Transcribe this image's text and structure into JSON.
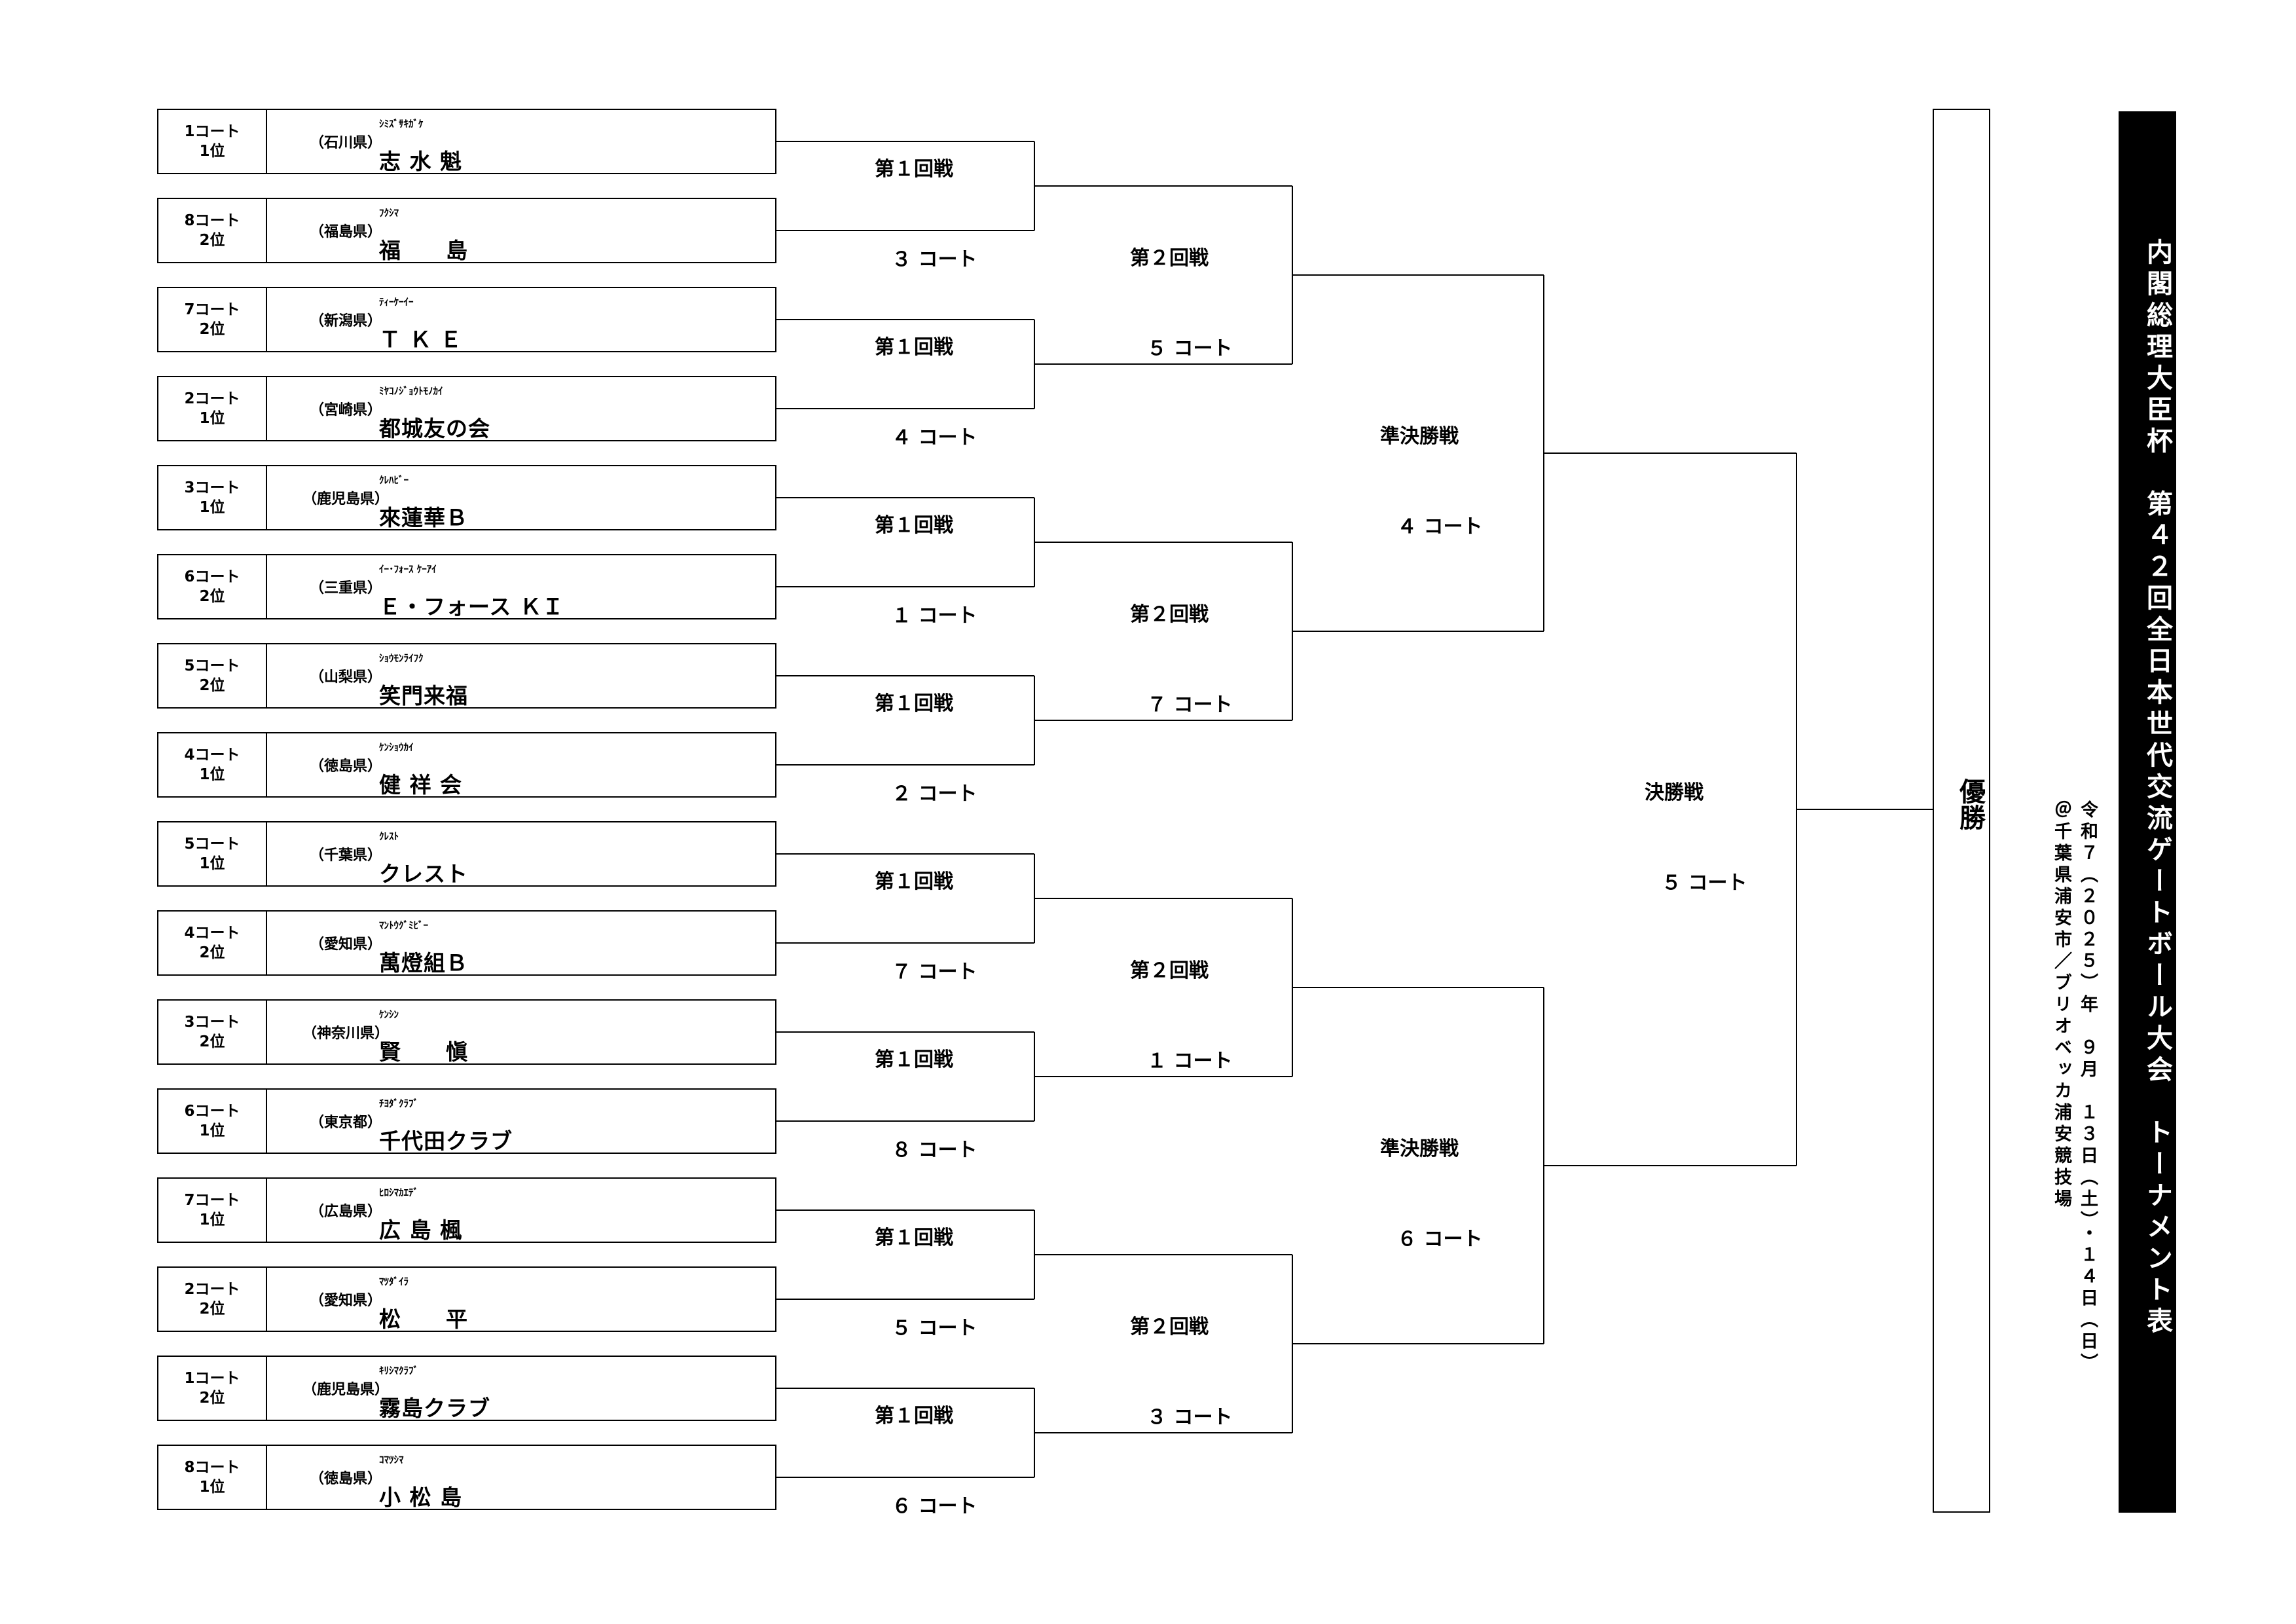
{
  "title": "内閣総理大臣杯　第４２回全日本世代交流ゲートボール大会　トーナメント表",
  "date": "令和７（２０２５）年　９月　１３日（土）・１４日（日）",
  "venue": "＠千葉県浦安市／ブリオベッカ浦安競技場",
  "champion_label": "優勝",
  "teams": [
    {
      "seed_court": "1コート",
      "seed_rank": "1位",
      "pref": "（石川県）",
      "kana": "ｼﾐｽﾞｻｷｶﾞｹ",
      "name": "志 水 魁"
    },
    {
      "seed_court": "8コート",
      "seed_rank": "2位",
      "pref": "（福島県）",
      "kana": "ﾌｸｼﾏ",
      "name": "福　　島"
    },
    {
      "seed_court": "7コート",
      "seed_rank": "2位",
      "pref": "（新潟県）",
      "kana": "ﾃｨｰｹｰｲｰ",
      "name": "Ｔ Ｋ Ｅ"
    },
    {
      "seed_court": "2コート",
      "seed_rank": "1位",
      "pref": "（宮崎県）",
      "kana": "ﾐﾔｺﾉｼﾞｮｳﾄﾓﾉｶｲ",
      "name": "都城友の会"
    },
    {
      "seed_court": "3コート",
      "seed_rank": "1位",
      "pref": "（鹿児島県）",
      "kana": "ｸﾚﾊﾋﾞｰ",
      "name": "來蓮華Ｂ"
    },
    {
      "seed_court": "6コート",
      "seed_rank": "2位",
      "pref": "（三重県）",
      "kana": "ｲｰ･ﾌｫｰｽ ｹｰｱｲ",
      "name": "Ｅ・フォース ＫＩ"
    },
    {
      "seed_court": "5コート",
      "seed_rank": "2位",
      "pref": "（山梨県）",
      "kana": "ｼｮｳﾓﾝﾗｲﾌｸ",
      "name": "笑門来福"
    },
    {
      "seed_court": "4コート",
      "seed_rank": "1位",
      "pref": "（徳島県）",
      "kana": "ｹﾝｼｮｳｶｲ",
      "name": "健 祥 会"
    },
    {
      "seed_court": "5コート",
      "seed_rank": "1位",
      "pref": "（千葉県）",
      "kana": "ｸﾚｽﾄ",
      "name": "クレスト"
    },
    {
      "seed_court": "4コート",
      "seed_rank": "2位",
      "pref": "（愛知県）",
      "kana": "ﾏﾝﾄｳｸﾞﾐﾋﾞｰ",
      "name": "萬燈組Ｂ"
    },
    {
      "seed_court": "3コート",
      "seed_rank": "2位",
      "pref": "（神奈川県）",
      "kana": "ｹﾝｼﾝ",
      "name": "賢　　愼"
    },
    {
      "seed_court": "6コート",
      "seed_rank": "1位",
      "pref": "（東京都）",
      "kana": "ﾁﾖﾀﾞｸﾗﾌﾞ",
      "name": "千代田クラブ"
    },
    {
      "seed_court": "7コート",
      "seed_rank": "1位",
      "pref": "（広島県）",
      "kana": "ﾋﾛｼﾏｶｴﾃﾞ",
      "name": "広 島 楓"
    },
    {
      "seed_court": "2コート",
      "seed_rank": "2位",
      "pref": "（愛知県）",
      "kana": "ﾏﾂﾀﾞｲﾗ",
      "name": "松　　平"
    },
    {
      "seed_court": "1コート",
      "seed_rank": "2位",
      "pref": "（鹿児島県）",
      "kana": "ｷﾘｼﾏｸﾗﾌﾞ",
      "name": "霧島クラブ"
    },
    {
      "seed_court": "8コート",
      "seed_rank": "1位",
      "pref": "（徳島県）",
      "kana": "ｺﾏﾂｼﾏ",
      "name": "小 松 島"
    }
  ],
  "round1": [
    {
      "round": "第１回戦",
      "court": "３ コート"
    },
    {
      "round": "第１回戦",
      "court": "４ コート"
    },
    {
      "round": "第１回戦",
      "court": "１ コート"
    },
    {
      "round": "第１回戦",
      "court": "２ コート"
    },
    {
      "round": "第１回戦",
      "court": "７ コート"
    },
    {
      "round": "第１回戦",
      "court": "８ コート"
    },
    {
      "round": "第１回戦",
      "court": "５ コート"
    },
    {
      "round": "第１回戦",
      "court": "６ コート"
    }
  ],
  "round2": [
    {
      "round": "第２回戦",
      "court": "５ コート"
    },
    {
      "round": "第２回戦",
      "court": "７ コート"
    },
    {
      "round": "第２回戦",
      "court": "１ コート"
    },
    {
      "round": "第２回戦",
      "court": "３ コート"
    }
  ],
  "semifinal": [
    {
      "round": "準決勝戦",
      "court": "４ コート"
    },
    {
      "round": "準決勝戦",
      "court": "６ コート"
    }
  ],
  "final": {
    "round": "決勝戦",
    "court": "５ コート"
  }
}
